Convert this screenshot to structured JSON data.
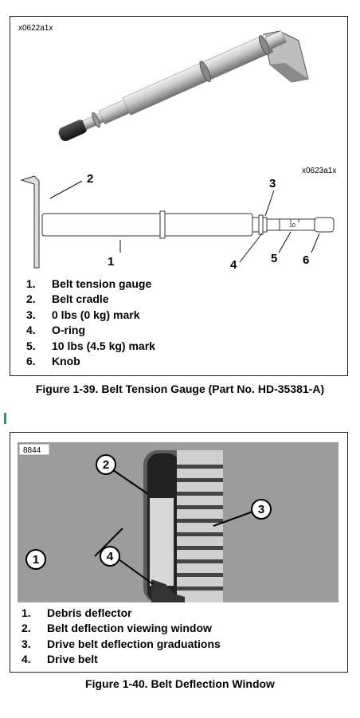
{
  "figure1": {
    "image_tag_top": "x0622a1x",
    "image_tag_bottom": "x0623a1x",
    "callouts": [
      "1",
      "2",
      "3",
      "4",
      "5",
      "6"
    ],
    "gauge_scale_label": "10",
    "legend": [
      {
        "num": "1.",
        "text": "Belt tension gauge"
      },
      {
        "num": "2.",
        "text": "Belt cradle"
      },
      {
        "num": "3.",
        "text": "0 lbs (0 kg) mark"
      },
      {
        "num": "4.",
        "text": "O-ring"
      },
      {
        "num": "5.",
        "text": "10 lbs (4.5 kg) mark"
      },
      {
        "num": "6.",
        "text": "Knob"
      }
    ],
    "caption": "Figure 1-39. Belt Tension Gauge (Part No. HD-35381-A)"
  },
  "figure2": {
    "image_tag": "8844",
    "callouts": [
      "1",
      "2",
      "3",
      "4"
    ],
    "legend": [
      {
        "num": "1.",
        "text": "Debris deflector"
      },
      {
        "num": "2.",
        "text": "Belt deflection viewing window"
      },
      {
        "num": "3.",
        "text": "Drive belt deflection graduations"
      },
      {
        "num": "4.",
        "text": "Drive belt"
      }
    ],
    "caption": "Figure 1-40. Belt Deflection Window"
  },
  "colors": {
    "section_marker": "#2e9b5a"
  }
}
